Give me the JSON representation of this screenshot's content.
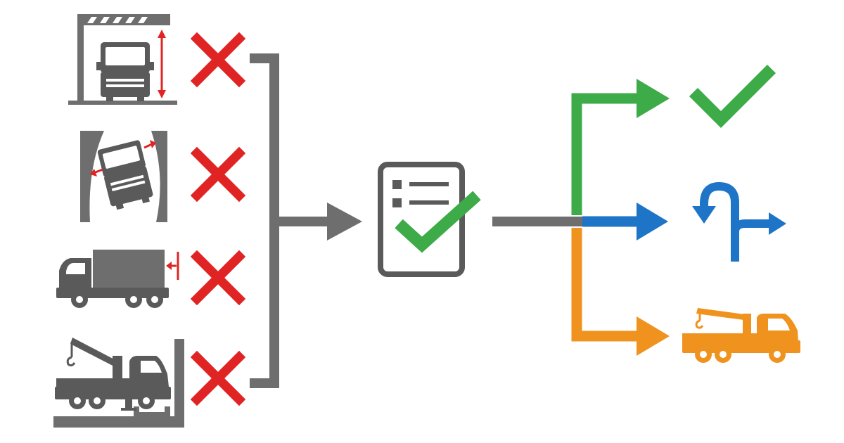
{
  "colors": {
    "gray": "#6e6e6e",
    "dark_gray": "#5a5a5a",
    "red": "#e02424",
    "green": "#3cab48",
    "blue": "#1e74c6",
    "orange": "#f0921e",
    "background": "#ffffff"
  },
  "restrictions": [
    {
      "name": "height-clearance",
      "icon": "truck-under-height-barrier-icon",
      "result": "cross-icon"
    },
    {
      "name": "narrow-turn",
      "icon": "truck-turning-tight-curve-icon",
      "result": "cross-icon"
    },
    {
      "name": "vehicle-length",
      "icon": "long-box-truck-icon",
      "result": "cross-icon"
    },
    {
      "name": "crane-outrigger-space",
      "icon": "crane-truck-outrigger-icon",
      "result": "cross-icon"
    }
  ],
  "central_step": {
    "icon": "checklist-clipboard-icon",
    "mark": "check-icon"
  },
  "outcomes": [
    {
      "name": "approved",
      "icon": "check-icon",
      "color": "green"
    },
    {
      "name": "reroute",
      "icon": "u-turn-reroute-icon",
      "color": "blue"
    },
    {
      "name": "alternate-vehicle",
      "icon": "orange-crane-truck-icon",
      "color": "orange"
    }
  ]
}
